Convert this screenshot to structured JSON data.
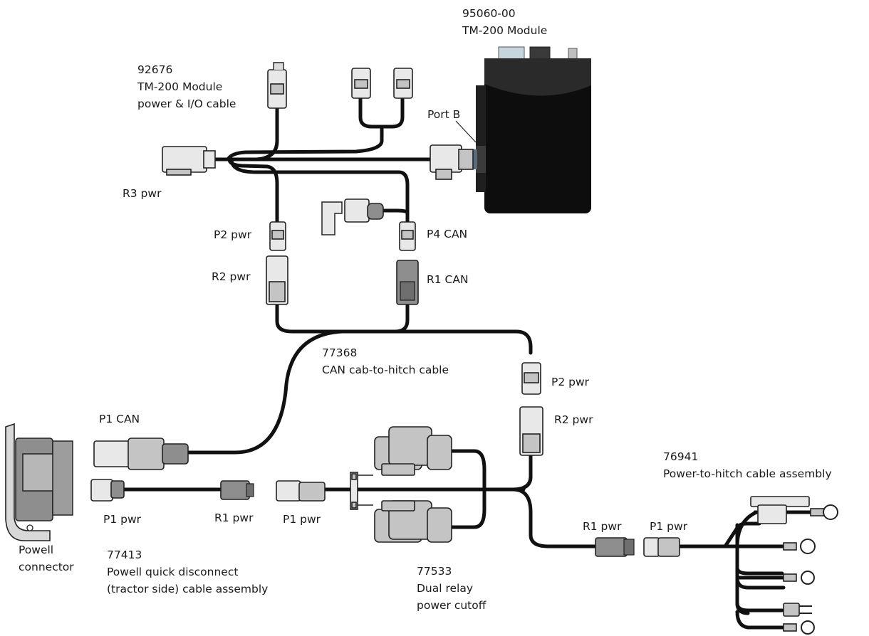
{
  "colors": {
    "cable": "#111111",
    "connector_light": "#e8e8e8",
    "connector_dark": "#8e8e8e",
    "module_body": "#0d0d0d",
    "text": "#1a1a1a"
  },
  "module": {
    "part_number": "95060-00",
    "name": "TM-200 Module",
    "port_label": "Port B"
  },
  "power_io_cable": {
    "part_number": "92676",
    "name_line1": "TM-200 Module",
    "name_line2": "power & I/O cable",
    "r3": "R3 pwr",
    "p2": "P2 pwr",
    "p4": "P4 CAN"
  },
  "can_cable": {
    "part_number": "77368",
    "name": "CAN cab-to-hitch cable",
    "r2": "R2 pwr",
    "r1": "R1 CAN",
    "p1": "P1 CAN",
    "p2": "P2 pwr"
  },
  "relay": {
    "r2": "R2 pwr",
    "p1": "P1 pwr",
    "part_number": "77533",
    "name_line1": "Dual relay",
    "name_line2": "power cutoff"
  },
  "powell_cable": {
    "p1": "P1 pwr",
    "r1": "R1 pwr",
    "connector_line1": "Powell",
    "connector_line2": "connector",
    "part_number": "77413",
    "name_line1": "Powell quick disconnect",
    "name_line2": "(tractor side) cable assembly"
  },
  "hitch_cable": {
    "part_number": "76941",
    "name": "Power-to-hitch cable assembly",
    "r1": "R1 pwr",
    "p1": "P1 pwr"
  }
}
